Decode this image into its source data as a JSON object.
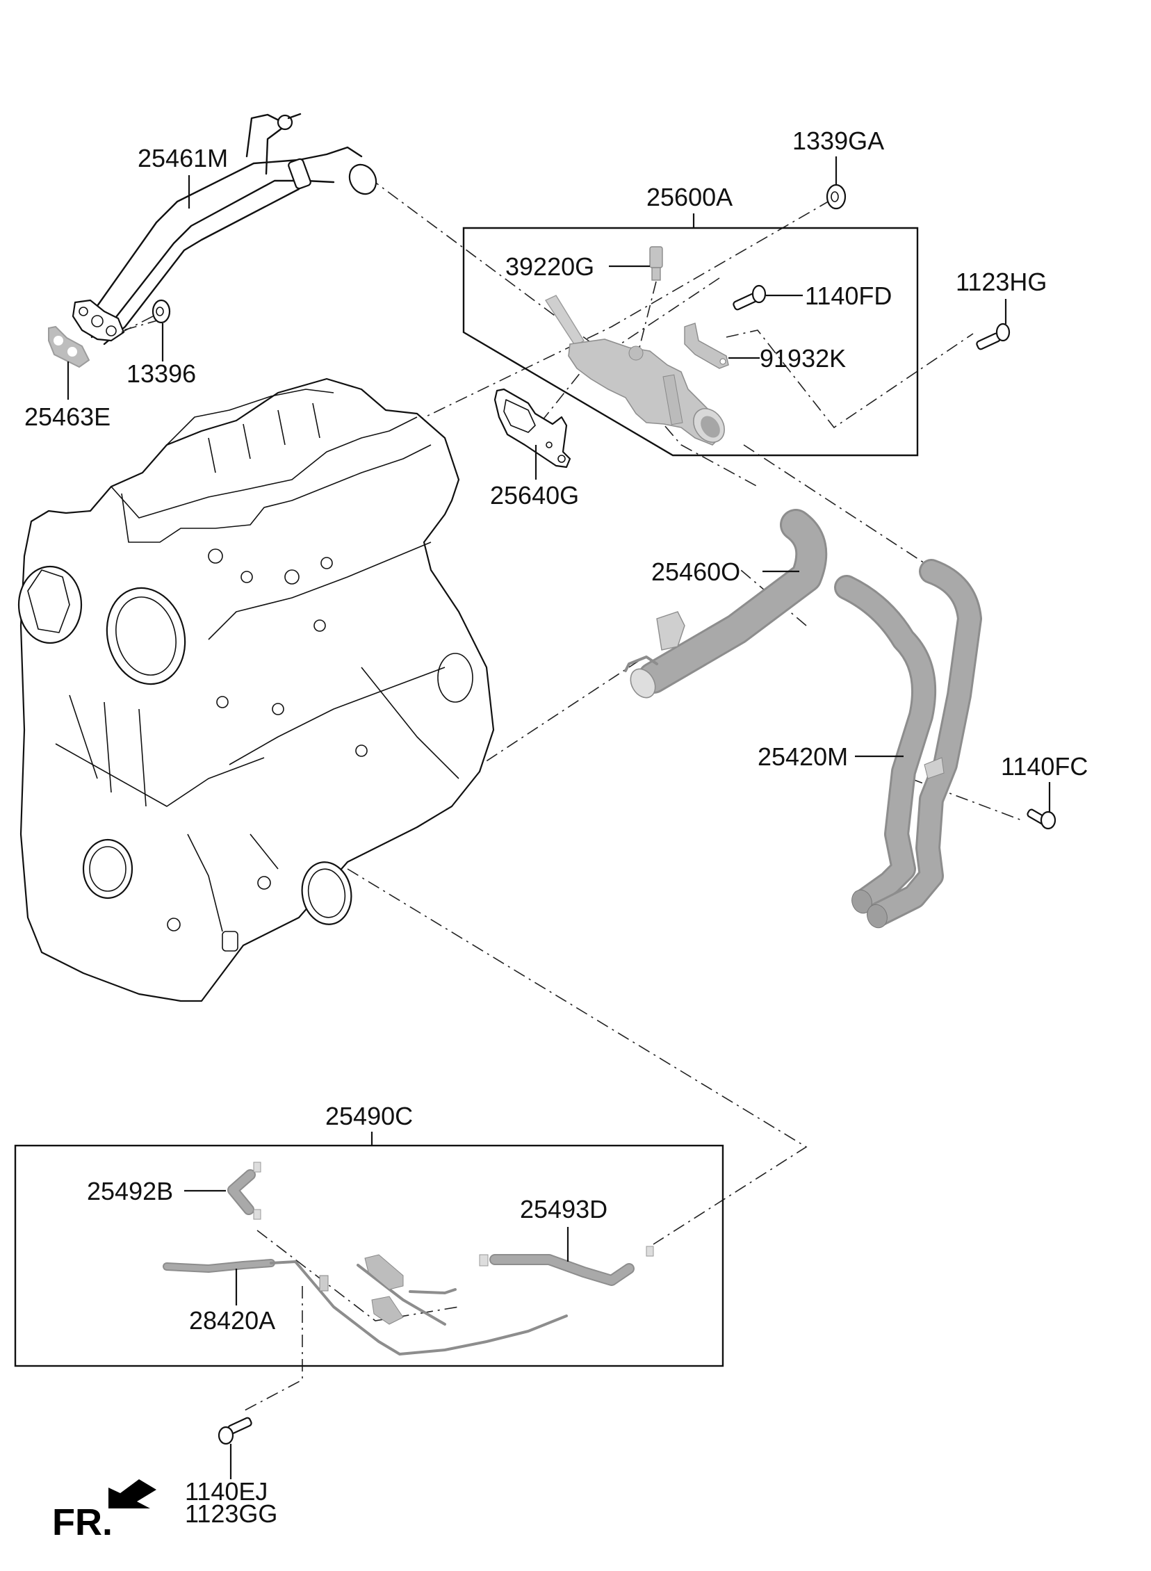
{
  "diagram": {
    "type": "exploded-parts-diagram",
    "subject": "engine coolant pipes and thermostat housing",
    "orientation_label": "FR.",
    "callouts": {
      "p25461M": "25461M",
      "p13396": "13396",
      "p25463E": "25463E",
      "p1339GA": "1339GA",
      "p25600A": "25600A",
      "p39220G": "39220G",
      "p1140FD": "1140FD",
      "p1123HG": "1123HG",
      "p91932K": "91932K",
      "p25640G": "25640G",
      "p25460O": "25460O",
      "p25420M": "25420M",
      "p1140FC": "1140FC",
      "p25490C": "25490C",
      "p25492B": "25492B",
      "p25493D": "25493D",
      "p28420A": "28420A",
      "p1140EJ": "1140EJ",
      "p1123GG": "1123GG"
    },
    "assemblies": [
      {
        "group": "25600A",
        "members": [
          "39220G",
          "1140FD",
          "91932K"
        ]
      },
      {
        "group": "25490C",
        "members": [
          "25492B",
          "25493D",
          "28420A"
        ]
      }
    ]
  }
}
